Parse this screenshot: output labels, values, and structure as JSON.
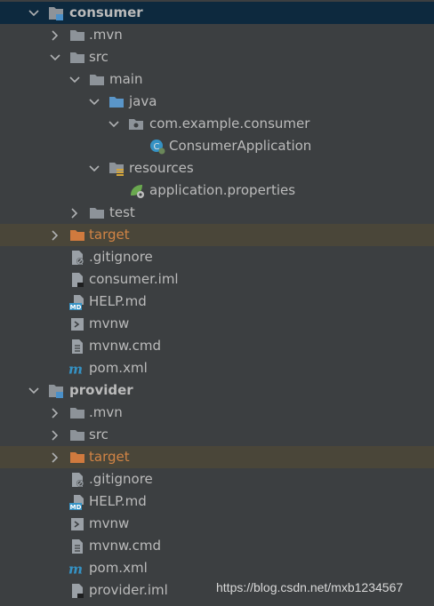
{
  "tree": {
    "consumer": "consumer",
    "consumer_mvn": ".mvn",
    "consumer_src": "src",
    "consumer_main": "main",
    "consumer_java": "java",
    "consumer_package": "com.example.consumer",
    "consumer_app": "ConsumerApplication",
    "consumer_resources": "resources",
    "consumer_props": "application.properties",
    "consumer_test": "test",
    "consumer_target": "target",
    "consumer_gitignore": ".gitignore",
    "consumer_iml": "consumer.iml",
    "consumer_help": "HELP.md",
    "consumer_mvnw": "mvnw",
    "consumer_mvnwcmd": "mvnw.cmd",
    "consumer_pom": "pom.xml",
    "provider": "provider",
    "provider_mvn": ".mvn",
    "provider_src": "src",
    "provider_target": "target",
    "provider_gitignore": ".gitignore",
    "provider_help": "HELP.md",
    "provider_mvnw": "mvnw",
    "provider_mvnwcmd": "mvnw.cmd",
    "provider_pom": "pom.xml",
    "provider_iml": "provider.iml"
  },
  "watermark": "https://blog.csdn.net/mxb1234567",
  "colors": {
    "background": "#3c3f41",
    "selected_row": "#0d293e",
    "excluded_row": "#4a4639",
    "excluded_text": "#d28445",
    "folder": "#8d9399",
    "source_folder": "#5a96c9",
    "target_folder": "#d07a3e"
  }
}
